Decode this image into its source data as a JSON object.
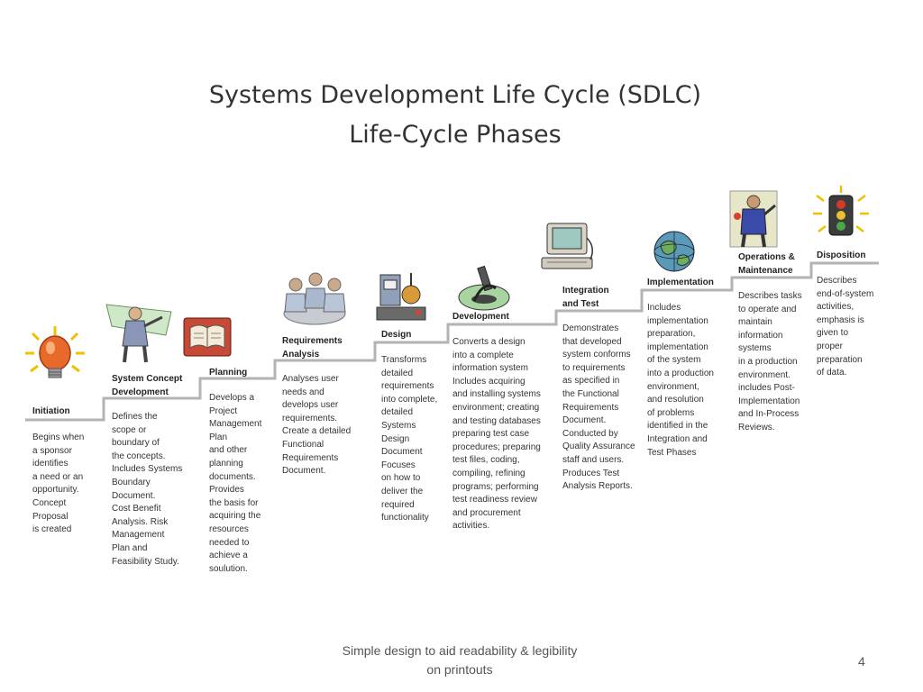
{
  "title_line1": "Systems Development Life Cycle (SDLC)",
  "title_line2": "Life-Cycle Phases",
  "phases": [
    {
      "name": "Initiation",
      "icon": "lightbulb-icon",
      "desc": "Begins when\na sponsor\nidentifies\na need or an\nopportunity.\nConcept\nProposal\nis created"
    },
    {
      "name": "System Concept\nDevelopment",
      "icon": "person-concept-icon",
      "desc": "Defines the\nscope or\nboundary of\nthe concepts.\nIncludes Systems\nBoundary\nDocument.\nCost Benefit\nAnalysis. Risk\nManagement\nPlan and\nFeasibility Study."
    },
    {
      "name": "Planning",
      "icon": "book-icon",
      "desc": "Develops a\nProject\nManagement\nPlan\nand other\nplanning\ndocuments.\nProvides\nthe basis for\nacquiring the\nresources\nneeded to\nachieve a\nsoulution."
    },
    {
      "name": "Requirements\nAnalysis",
      "icon": "team-meeting-icon",
      "desc": "Analyses user\nneeds and\ndevelops user\nrequirements.\nCreate a detailed\nFunctional\nRequirements\nDocument."
    },
    {
      "name": "Design",
      "icon": "lab-equipment-icon",
      "desc": "Transforms\ndetailed\nrequirements\ninto complete,\ndetailed\nSystems\nDesign\nDocument\nFocuses\non how to\ndeliver the\nrequired\nfunctionality"
    },
    {
      "name": "Development",
      "icon": "microscope-icon",
      "desc": "Converts a design\ninto a complete\ninformation system\nIncludes acquiring\nand installing systems\nenvironment; creating\nand testing databases\npreparing test case\nprocedures; preparing\ntest files, coding,\ncompiling, refining\nprograms; performing\ntest readiness review\nand procurement\nactivities."
    },
    {
      "name": "Integration\nand Test",
      "icon": "computer-icon",
      "desc": "Demonstrates\nthat developed\nsystem conforms\nto requirements\nas specified in\nthe Functional\nRequirements\nDocument.\nConducted by\nQuality Assurance\nstaff and users.\nProduces Test\nAnalysis Reports."
    },
    {
      "name": "Implementation",
      "icon": "globe-icon",
      "desc": "Includes\nimplementation\npreparation,\nimplementation\nof the system\ninto a production\nenvironment,\nand resolution\nof problems\nidentified in the\nIntegration and\nTest Phases"
    },
    {
      "name": "Operations &\nMaintenance",
      "icon": "worker-icon",
      "desc": "Describes tasks\nto operate and\nmaintain\ninformation\nsystems\nin a production\nenvironment.\nincludes Post-\nImplementation\nand In-Process\nReviews."
    },
    {
      "name": "Disposition",
      "icon": "traffic-light-icon",
      "desc": "Describes\nend-of-system\nactivities,\nemphasis is\ngiven to\nproper\npreparation\nof data."
    }
  ],
  "footer": "Simple design to aid readability & legibility\non printouts",
  "page_number": "4",
  "colors": {
    "stair": "#b3b3b3",
    "title": "#333333"
  }
}
